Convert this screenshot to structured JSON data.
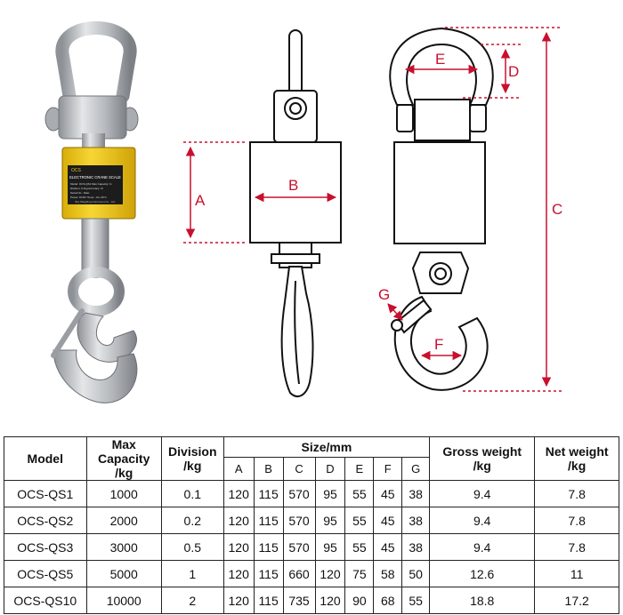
{
  "figure": {
    "label_plate": {
      "brand": "OCS",
      "title": "ELECTRONIC CRANE SCALE",
      "lines": [
        "Model: OCS-QS1   Max Capacity: 1t",
        "Division: 0.1kg   Accuracy: III",
        "Serial No.:      Date:",
        "Power: DC6V   Temp: -10~40°C"
      ],
      "maker": "Sky Weighing Instrument Co., Ltd."
    },
    "dimensions": {
      "A": "A",
      "B": "B",
      "C": "C",
      "D": "D",
      "E": "E",
      "F": "F",
      "G": "G"
    },
    "colors": {
      "dimension": "#c8102e",
      "body": "#f2cc1a",
      "steel": "#b9bcc0",
      "outline": "#111111"
    }
  },
  "table": {
    "headers": {
      "model": "Model",
      "max_capacity": [
        "Max",
        "Capacity",
        "/kg"
      ],
      "division": [
        "Division",
        "/kg"
      ],
      "size": "Size/mm",
      "size_cols": [
        "A",
        "B",
        "C",
        "D",
        "E",
        "F",
        "G"
      ],
      "gross_weight": [
        "Gross weight",
        "/kg"
      ],
      "net_weight": [
        "Net weight",
        "/kg"
      ]
    },
    "rows": [
      {
        "model": "OCS-QS1",
        "capacity": "1000",
        "division": "0.1",
        "A": "120",
        "B": "115",
        "C": "570",
        "D": "95",
        "E": "55",
        "F": "45",
        "G": "38",
        "gross": "9.4",
        "net": "7.8"
      },
      {
        "model": "OCS-QS2",
        "capacity": "2000",
        "division": "0.2",
        "A": "120",
        "B": "115",
        "C": "570",
        "D": "95",
        "E": "55",
        "F": "45",
        "G": "38",
        "gross": "9.4",
        "net": "7.8"
      },
      {
        "model": "OCS-QS3",
        "capacity": "3000",
        "division": "0.5",
        "A": "120",
        "B": "115",
        "C": "570",
        "D": "95",
        "E": "55",
        "F": "45",
        "G": "38",
        "gross": "9.4",
        "net": "7.8"
      },
      {
        "model": "OCS-QS5",
        "capacity": "5000",
        "division": "1",
        "A": "120",
        "B": "115",
        "C": "660",
        "D": "120",
        "E": "75",
        "F": "58",
        "G": "50",
        "gross": "12.6",
        "net": "11"
      },
      {
        "model": "OCS-QS10",
        "capacity": "10000",
        "division": "2",
        "A": "120",
        "B": "115",
        "C": "735",
        "D": "120",
        "E": "90",
        "F": "68",
        "G": "55",
        "gross": "18.8",
        "net": "17.2"
      }
    ]
  }
}
